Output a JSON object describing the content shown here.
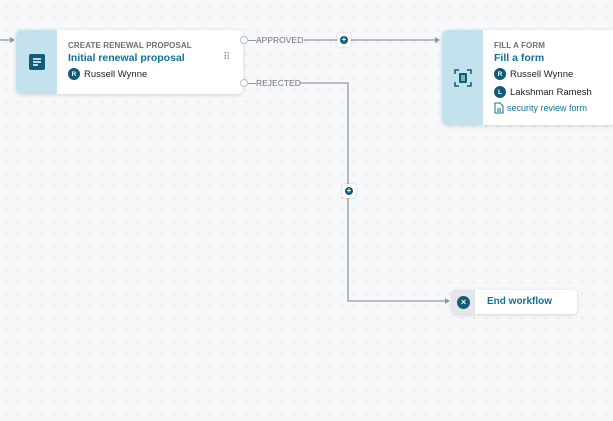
{
  "nodes": {
    "proposal": {
      "type_label": "CREATE RENEWAL PROPOSAL",
      "title": "Initial renewal proposal",
      "assignee": {
        "initial": "R",
        "name": "Russell Wynne"
      }
    },
    "form": {
      "type_label": "FILL A FORM",
      "title": "Fill a form",
      "assignees": [
        {
          "initial": "R",
          "name": "Russell Wynne"
        },
        {
          "initial": "L",
          "name": "Lakshman Ramesh"
        }
      ],
      "form_link": "security review form"
    },
    "end": {
      "title": "End workflow"
    }
  },
  "edges": {
    "approved": "APPROVED",
    "rejected": "REJECTED"
  },
  "colors": {
    "accent": "#11729a",
    "panel": "#c3e2ee",
    "line": "#8e989f"
  }
}
